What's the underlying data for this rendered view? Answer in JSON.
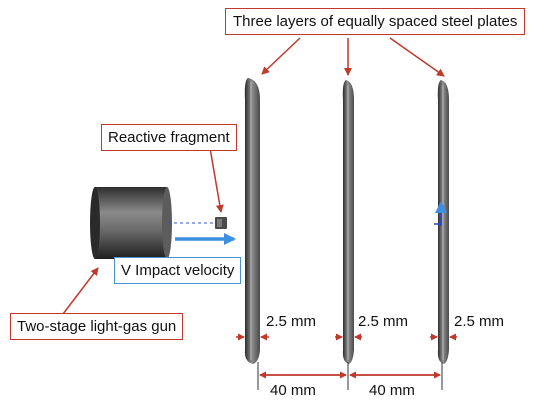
{
  "labels": {
    "plates": "Three layers of equally spaced steel plates",
    "fragment": "Reactive fragment",
    "velocity": "V Impact velocity",
    "gun": "Two-stage light-gas gun"
  },
  "dimensions": {
    "thickness_1": "2.5 mm",
    "thickness_2": "2.5 mm",
    "thickness_3": "2.5 mm",
    "spacing_1": "40 mm",
    "spacing_2": "40 mm"
  },
  "colors": {
    "callout_border": "#c0392b",
    "velocity_border": "#4a90d9",
    "arrow_red": "#c0392b",
    "velocity_arrow": "#3d8fe0",
    "plate_dark": "#3a3a3a",
    "plate_light": "#9a9a9a"
  }
}
